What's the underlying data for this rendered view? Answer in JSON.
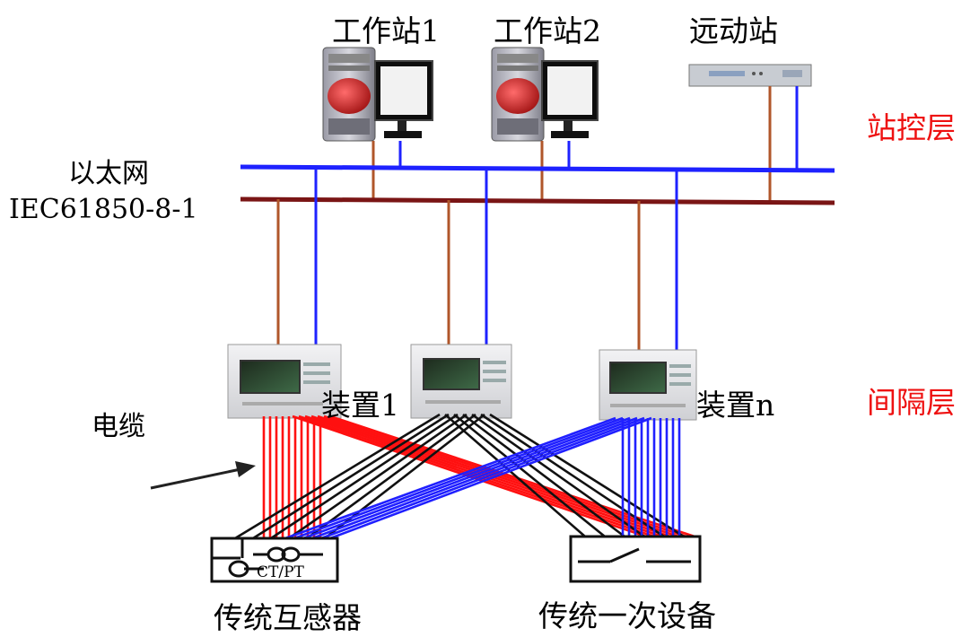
{
  "stations": {
    "ws1": "工作站1",
    "ws2": "工作站2",
    "remote": "远动站"
  },
  "network": {
    "line1": "以太网",
    "line2": "IEC61850-8-1"
  },
  "layers": {
    "station": "站控层",
    "bay": "间隔层"
  },
  "devices": {
    "dev1": "装置1",
    "devn": "装置n"
  },
  "cable_label": "电缆",
  "ctpt_label": "CT/PT",
  "bottom": {
    "transformer": "传统互感器",
    "primary": "传统一次设备"
  },
  "colors": {
    "bus_blue": "#1e22ff",
    "bus_red": "#7a1515",
    "drop_brown": "#b0562a",
    "layer_text": "#ee1111",
    "cable_red": "#ff1010",
    "cable_black": "#111111",
    "cable_blue": "#2020ff"
  }
}
